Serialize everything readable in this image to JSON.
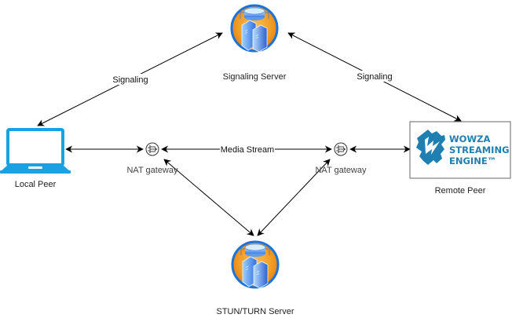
{
  "diagram": {
    "title": "WebRTC signaling and media flow",
    "nodes": {
      "signaling_server": {
        "label": "Signaling Server",
        "icon": "server-icon"
      },
      "local_peer": {
        "label": "Local Peer",
        "icon": "laptop-icon"
      },
      "remote_peer": {
        "label": "Remote Peer",
        "icon": "wowza-logo"
      },
      "nat_left": {
        "label": "NAT gateway",
        "icon": "nat-gateway-icon"
      },
      "nat_right": {
        "label": "NAT gateway",
        "icon": "nat-gateway-icon"
      },
      "stun_turn": {
        "label": "STUN/TURN Server",
        "icon": "server-icon"
      }
    },
    "edges": [
      {
        "from": "local_peer",
        "to": "signaling_server",
        "label": "Signaling",
        "direction": "both"
      },
      {
        "from": "signaling_server",
        "to": "remote_peer",
        "label": "Signaling",
        "direction": "both"
      },
      {
        "from": "local_peer",
        "to": "nat_left",
        "label": "",
        "direction": "both"
      },
      {
        "from": "nat_left",
        "to": "nat_right",
        "label": "Media Stream",
        "direction": "both"
      },
      {
        "from": "nat_right",
        "to": "remote_peer",
        "label": "",
        "direction": "both"
      },
      {
        "from": "nat_left",
        "to": "stun_turn",
        "label": "",
        "direction": "both"
      },
      {
        "from": "nat_right",
        "to": "stun_turn",
        "label": "",
        "direction": "both"
      }
    ],
    "wowza_logo": {
      "line1": "WOWZA",
      "line2": "STREAMING",
      "line3": "ENGINE™"
    },
    "colors": {
      "laptop": "#1ba1e2",
      "wowza": "#1f7fb0",
      "server_ring": "#1a73d9",
      "server_fill": "#f29a21",
      "edge": "#000000"
    }
  }
}
